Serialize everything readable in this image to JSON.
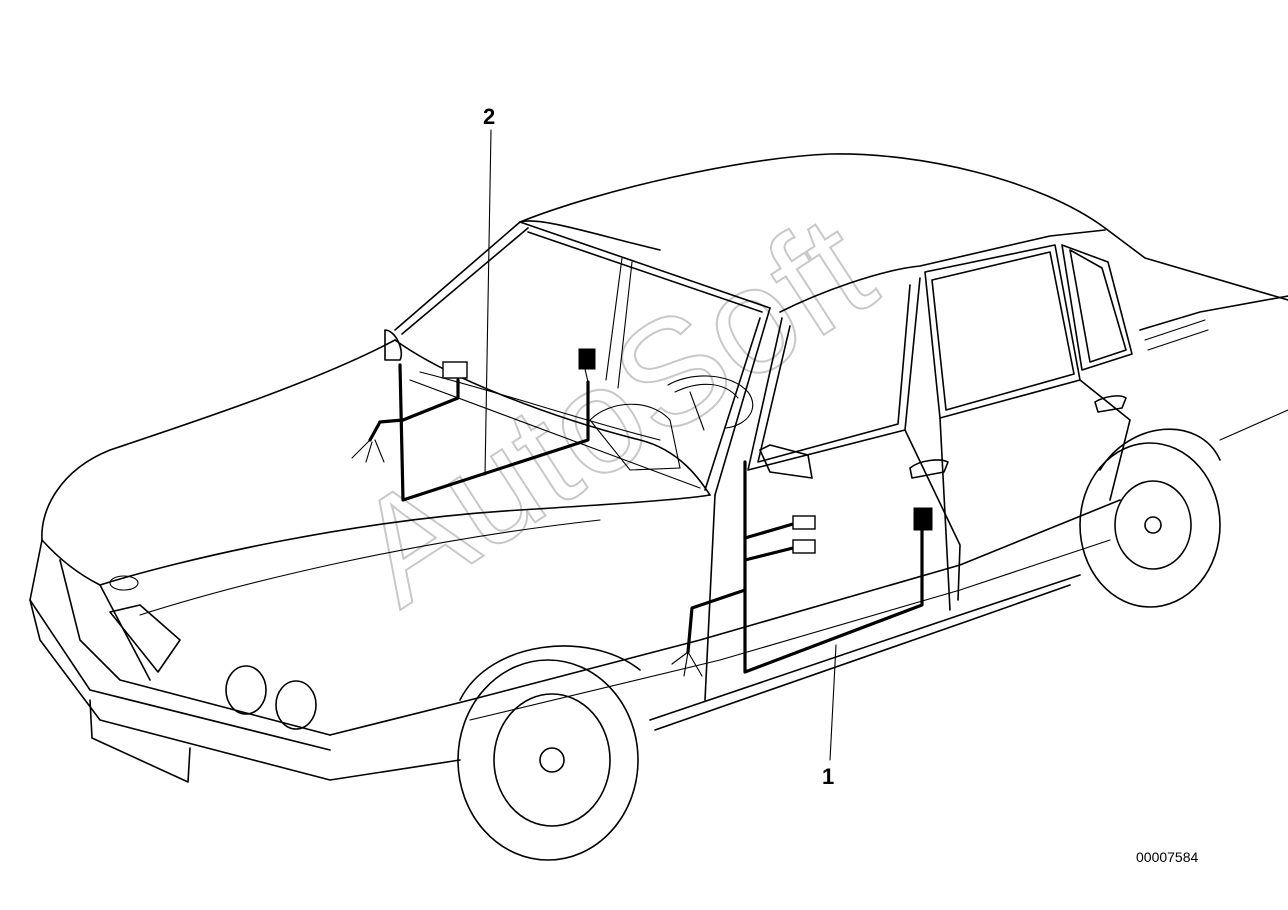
{
  "diagram": {
    "callouts": [
      {
        "id": "callout-1",
        "label": "1"
      },
      {
        "id": "callout-2",
        "label": "2"
      }
    ],
    "part_number": "00007584",
    "watermark": "AutoSoft"
  }
}
